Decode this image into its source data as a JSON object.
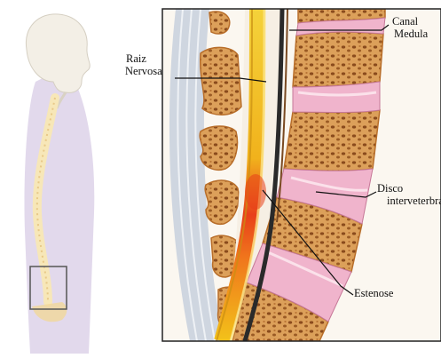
{
  "labels": {
    "canal_line1": "Canal",
    "canal_line2": "Medula",
    "raiz_line1": "Raiz",
    "raiz_line2": "Nervosa",
    "disco_line1": "Disco",
    "disco_line2": "interveterbra",
    "estenose": "Estenose"
  },
  "colors": {
    "background": "#ffffff",
    "silhouette": "#e2d9ec",
    "bone": "#d99a45",
    "bone_pore": "#8a4b1c",
    "disc": "#f0b4cc",
    "canal_fluid": "#f6efe4",
    "nerve_yellow": "#f2c21a",
    "stenosis_red": "#e8401a",
    "ligament": "#cfd6e0",
    "leader_line": "#111111"
  }
}
